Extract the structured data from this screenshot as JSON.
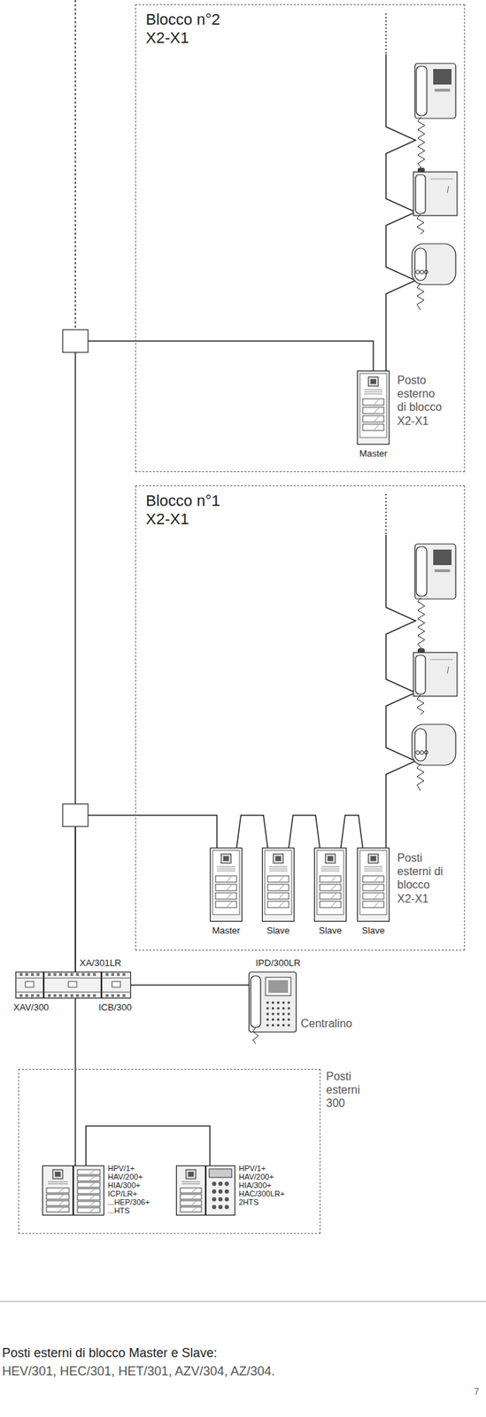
{
  "diagram": {
    "caption": "Posti esterni di blocco Master e Slave:",
    "nodes": [
      {
        "text": [
          "Blocco n°2",
          "X2-X1"
        ]
      },
      {
        "text": [
          "Master"
        ],
        "in": 0
      },
      {
        "text": [
          "Blocco n°1",
          "X2-X1"
        ]
      },
      {
        "text": [
          "Master"
        ],
        "in": 2
      },
      {
        "text": [
          "Slave"
        ],
        "in": 2
      },
      {
        "text": [
          "Slave"
        ],
        "in": 2
      },
      {
        "text": [
          "Slave"
        ],
        "in": 2
      },
      {
        "text": [
          "XAV/300"
        ]
      },
      {
        "text": [
          "XA/301LR"
        ]
      },
      {
        "text": [
          "ICB/300"
        ]
      },
      {
        "text": [
          "IPD/300LR",
          "Centralino"
        ]
      },
      {
        "text": [
          "Posti esterni 300"
        ]
      },
      {
        "text": [
          "HPV/1+",
          "HAV/200+",
          "HIA/300+",
          "ICP/LR+",
          "...HEP/306+",
          "...HTS"
        ],
        "in": 11
      },
      {
        "text": [
          "HPV/1+",
          "HAV/200+",
          "HIA/300+",
          "HAC/300LR+",
          "2HTS"
        ],
        "in": 11
      }
    ],
    "edges": [
      {
        "from": 8,
        "to": 1,
        "arrow": "none"
      },
      {
        "from": 8,
        "to": 3,
        "arrow": "none"
      },
      {
        "from": 3,
        "to": 4,
        "arrow": "none"
      },
      {
        "from": 4,
        "to": 5,
        "arrow": "none"
      },
      {
        "from": 5,
        "to": 6,
        "arrow": "none"
      },
      {
        "from": 9,
        "to": 10,
        "arrow": "none"
      },
      {
        "from": 8,
        "to": 12,
        "arrow": "none"
      },
      {
        "from": 12,
        "to": 13,
        "arrow": "none"
      }
    ],
    "labels": [
      "Posto esterno di blocco X2-X1",
      "Posti esterni di blocco X2-X1",
      "HEV/301, HEC/301, HET/301, AZV/304, AZ/304.",
      "7"
    ]
  }
}
